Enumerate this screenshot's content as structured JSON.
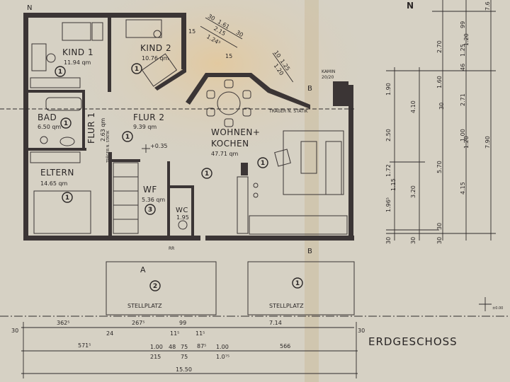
{
  "plan": {
    "title": "ERDGESCHOSS",
    "north_mark": "N",
    "rooms": [
      {
        "name": "KIND 1",
        "area": "11.94 qm",
        "code": "1"
      },
      {
        "name": "KIND 2",
        "area": "10.76 qm",
        "code": "1"
      },
      {
        "name": "BAD",
        "area": "6.50 qm",
        "code": "1"
      },
      {
        "name": "FLUR 1",
        "area": "2.63 qm",
        "code": "1"
      },
      {
        "name": "FLUR 2",
        "area": "9.39 qm",
        "code": "1"
      },
      {
        "name": "ELTERN",
        "area": "14.65 qm",
        "code": "1"
      },
      {
        "name": "WF",
        "area": "5.36 qm",
        "code": "3"
      },
      {
        "name": "WC",
        "area": "1.95"
      },
      {
        "name_line1": "WOHNEN+",
        "name_line2": "KOCHEN",
        "area": "47.71 qm",
        "code": "1"
      }
    ],
    "parking": [
      {
        "name": "STELLPLATZ",
        "code": "2"
      },
      {
        "name": "STELLPLATZ",
        "code": "1"
      }
    ],
    "notes": {
      "beam": "TRÄGER N. STATIK",
      "beam2": "TRÄGER N. STATIK",
      "chimney_line1": "KAMIN",
      "chimney_line2": "20/20",
      "level_upper": "+0.35",
      "level_ground": "±0.00",
      "section_a": "A",
      "section_b": "B",
      "rr": "RR"
    },
    "dims_bottom_row1": [
      "30",
      "362⁵",
      "24",
      "267⁵",
      "11⁵",
      "99",
      "11⁵",
      "7.14",
      "30"
    ],
    "dims_bottom_row2": [
      "571⁵",
      "1.00",
      "215",
      "48",
      "75",
      "75",
      "87⁵",
      "1.00",
      "1.0⁷⁵",
      "566"
    ],
    "dims_bottom_total": "15.50",
    "dims_diagonal": [
      "30",
      "1.61",
      "2.15",
      "30",
      "1.24⁵",
      "15",
      "15",
      "10",
      "1.25",
      "1.20"
    ],
    "dims_right": [
      "30",
      "1.90",
      "2.50",
      "1.72",
      "1.15",
      "1.96⁵",
      "30",
      "4.10",
      "3.20",
      "30",
      "2.70",
      "1.60",
      "30",
      "5.70",
      "30",
      "1.25",
      "99",
      "1.20",
      "46",
      "2.71",
      "1.00",
      "1.20",
      "4.15",
      "7.90",
      "7.6"
    ]
  }
}
